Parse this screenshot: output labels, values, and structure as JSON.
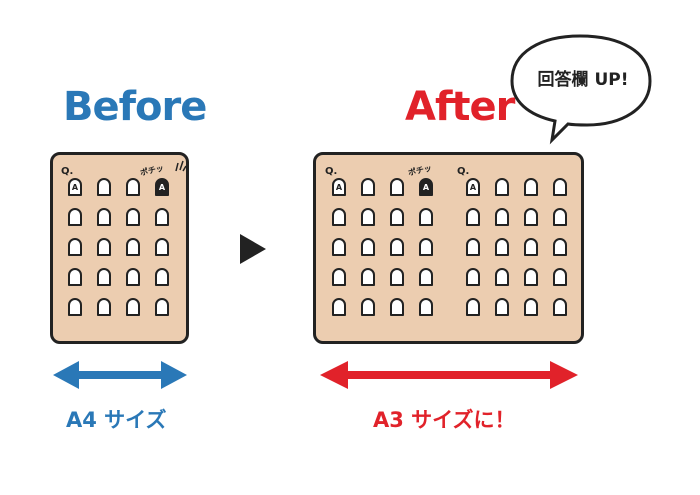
{
  "before": {
    "heading": "Before",
    "q_label": "Q.",
    "key_letter": "A",
    "press_sfx": "ポチッ",
    "size_caption": "A4 サイズ"
  },
  "after": {
    "heading": "After",
    "q_label": "Q.",
    "key_letter": "A",
    "press_sfx": "ポチッ",
    "size_caption": "A3 サイズに！",
    "bubble_text": "回答欄 UP!"
  },
  "colors": {
    "before_accent": "#2a78b7",
    "after_accent": "#e1222a",
    "board_fill": "#eccdb0",
    "outline": "#222222"
  },
  "grid": {
    "before_cols": 4,
    "rows": 5,
    "after_cols_per_block": 4,
    "after_blocks": 2
  }
}
